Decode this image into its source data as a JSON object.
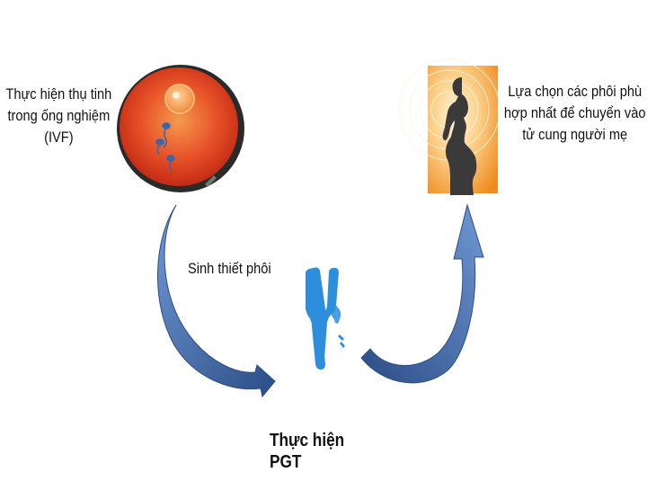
{
  "labels": {
    "ivf": "Thực hiện thụ tinh trong ống nghiệm (IVF)",
    "select": "Lựa chọn các phôi phù hợp nhất để chuyển vào tử cung người mẹ",
    "biopsy": "Sinh thiết phôi",
    "pgt": "Thực hiện PGT"
  },
  "icons": {
    "ivf": "egg-with-sperm-icon",
    "pregnancy": "pregnant-woman-silhouette-icon",
    "chromosome": "chromosome-icon",
    "arrows": "curved-arrow-icon"
  },
  "colors": {
    "arrow_dark": "#2c4d86",
    "arrow_light": "#5d86c4",
    "egg_red": "#e0391c",
    "egg_orange": "#f08a3c",
    "chromosome": "#2d8fdc",
    "pregnancy_bg": "#f6a640",
    "silhouette": "#3a3a3a"
  }
}
